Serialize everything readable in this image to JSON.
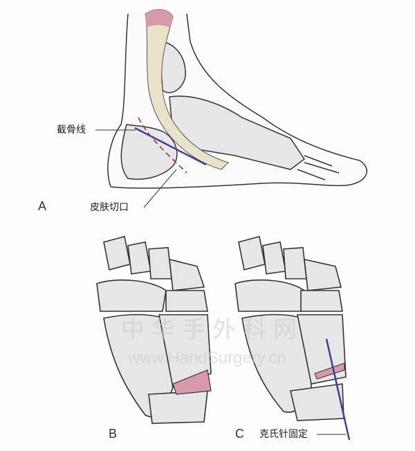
{
  "labels": {
    "osteotomy_line": "截骨线",
    "skin_incision": "皮肤切口",
    "kwire_fixation": "克氏针固定",
    "panel_a": "A",
    "panel_b": "B",
    "panel_c": "C"
  },
  "watermark": {
    "cn": "中华手外科网",
    "url": "www.HandSurgery.cn"
  },
  "colors": {
    "bone": "#e6e6e8",
    "outline": "#333333",
    "wedge": "#d89aa8",
    "kwire": "#3a3f9a",
    "incision": "#a0404a",
    "tendon": "#e8e2c8"
  }
}
